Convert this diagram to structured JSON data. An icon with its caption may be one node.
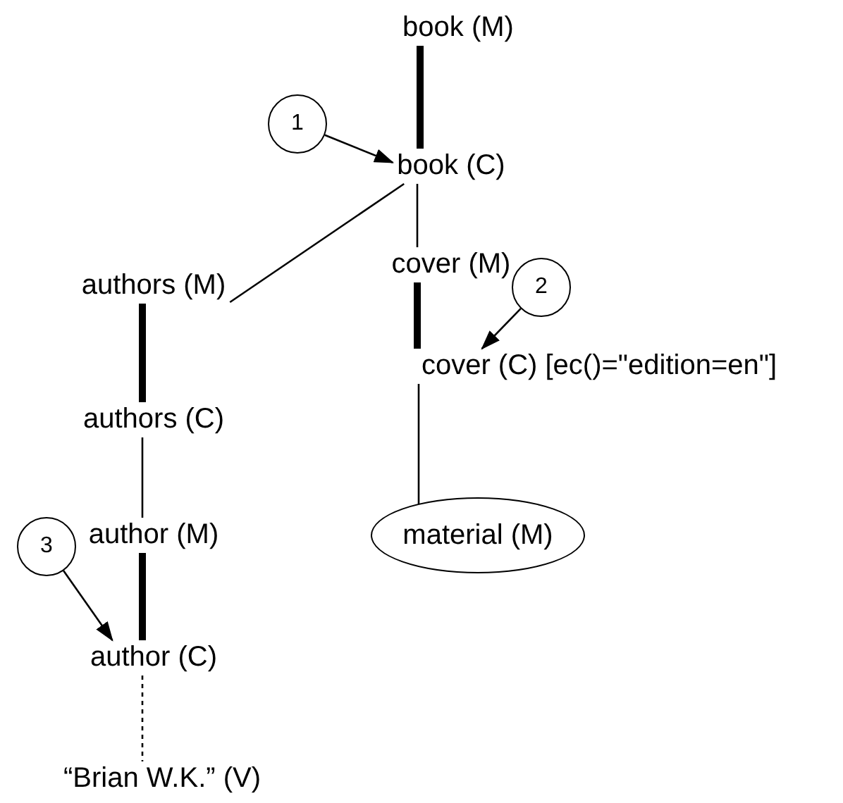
{
  "diagram": {
    "nodes": [
      {
        "text": [
          "book (M)"
        ]
      },
      {
        "text": [
          "1"
        ]
      },
      {
        "text": [
          "book (C)"
        ]
      },
      {
        "text": [
          "authors (M)"
        ]
      },
      {
        "text": [
          "cover (M)"
        ]
      },
      {
        "text": [
          "2"
        ]
      },
      {
        "text": [
          "cover (C) [ec()=\"edition=en\"]"
        ]
      },
      {
        "text": [
          "authors (C)"
        ]
      },
      {
        "text": [
          "material (M)"
        ]
      },
      {
        "text": [
          "author (M)"
        ]
      },
      {
        "text": [
          "3"
        ]
      },
      {
        "text": [
          "author (C)"
        ]
      },
      {
        "text": [
          "“Brian W.K.” (V)"
        ]
      }
    ],
    "edges": [
      {
        "from": 0,
        "to": 2,
        "arrow": "none",
        "style": "thick"
      },
      {
        "from": 1,
        "to": 2,
        "arrow": "to"
      },
      {
        "from": 2,
        "to": 3,
        "arrow": "none"
      },
      {
        "from": 2,
        "to": 4,
        "arrow": "none"
      },
      {
        "from": 4,
        "to": 6,
        "arrow": "none",
        "style": "thick"
      },
      {
        "from": 5,
        "to": 6,
        "arrow": "to"
      },
      {
        "from": 6,
        "to": 8,
        "arrow": "none"
      },
      {
        "from": 3,
        "to": 7,
        "arrow": "none",
        "style": "thick"
      },
      {
        "from": 7,
        "to": 9,
        "arrow": "none"
      },
      {
        "from": 9,
        "to": 11,
        "arrow": "none",
        "style": "thick"
      },
      {
        "from": 10,
        "to": 11,
        "arrow": "to"
      },
      {
        "from": 11,
        "to": 12,
        "arrow": "none",
        "style": "dashed"
      }
    ]
  }
}
